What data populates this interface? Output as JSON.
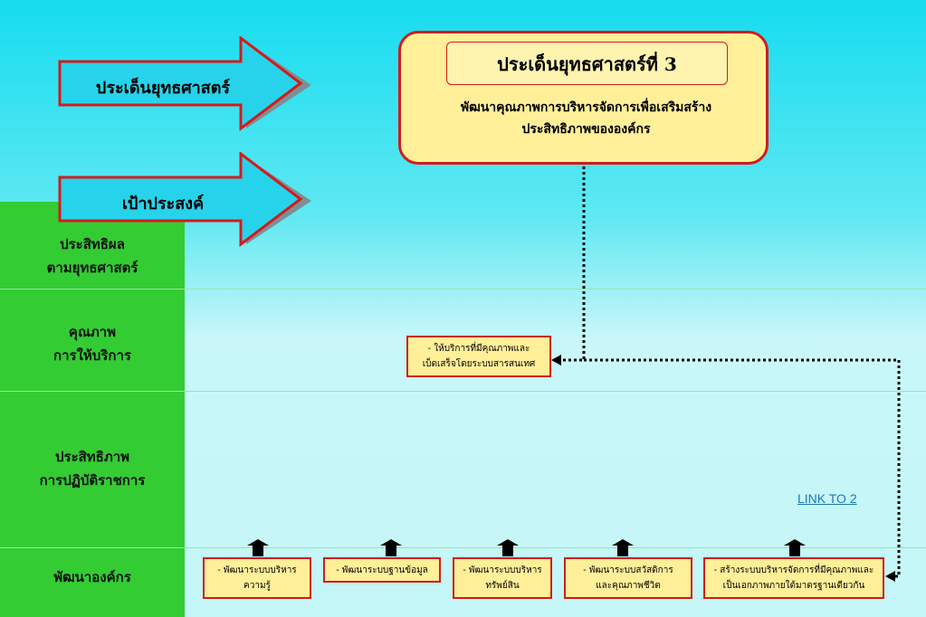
{
  "arrows": {
    "strategic_issue": "ประเด็นยุทธศาสตร์",
    "objective": "เป้าประสงค์"
  },
  "goal": {
    "title": "ประเด็นยุทธศาสตร์ที่ 3",
    "desc_line1": "พัฒนาคุณภาพการบริหารจัดการเพื่อเสริมสร้าง",
    "desc_line2": "ประสิทธิภาพขององค์กร"
  },
  "rows": [
    {
      "line1": "ประสิทธิผล",
      "line2": "ตามยุทธศาสตร์"
    },
    {
      "line1": "คุณภาพ",
      "line2": "การให้บริการ"
    },
    {
      "line1": "ประสิทธิภาพ",
      "line2": "การปฏิบัติราชการ"
    },
    {
      "line1": "พัฒนาองค์กร",
      "line2": ""
    }
  ],
  "service_box": {
    "line1": "- ให้บริการที่มีคุณภาพและ",
    "line2": "เบ็ดเสร็จโดยระบบสารสนเทศ"
  },
  "org_boxes": [
    {
      "line1": "- พัฒนาระบบบริหาร",
      "line2": "ความรู้"
    },
    {
      "line1": "- พัฒนาระบบฐานข้อมูล",
      "line2": ""
    },
    {
      "line1": "- พัฒนาระบบบริหาร",
      "line2": "ทรัพย์สิน"
    },
    {
      "line1": "- พัฒนาระบบสวัสดิการ",
      "line2": "และคุณภาพชีวิต"
    },
    {
      "line1": "- สร้างระบบบริหารจัดการที่มีคุณภาพและ",
      "line2": "เป็นเอกภาพภายใต้มาตรฐานเดียวกัน"
    }
  ],
  "link_label": "LINK TO 2",
  "colors": {
    "left_column": "#33cc33",
    "box_fill": "#ffef99",
    "box_border": "#d21c1c",
    "link": "#1a7bb3"
  }
}
